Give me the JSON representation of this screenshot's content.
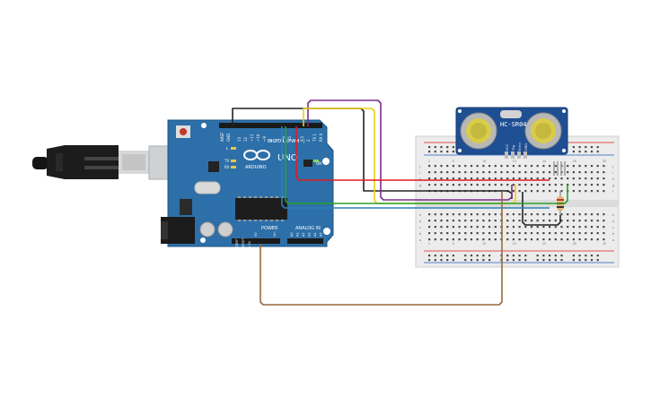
{
  "arduino": {
    "brand": "ARDUINO",
    "model": "UNO",
    "digital_label": "DIGITAL (PWM~)",
    "analog_label": "ANALOG IN",
    "power_label": "POWER",
    "on_label": "ON",
    "tx_label": "TX",
    "rx_label": "RX",
    "l_label": "L",
    "aref_label": "AREF",
    "gnd_label": "GND",
    "ioref_label": "IOREF",
    "reset_label": "RESET",
    "v33_label": "3.3V",
    "v5_label": "5V",
    "vin_label": "Vin",
    "digital_pins": [
      "13",
      "12",
      "~11",
      "~10",
      "~9",
      "8",
      "7",
      "~6",
      "~5",
      "4",
      "~3",
      "2",
      "TX 1",
      "RX 0"
    ],
    "analog_pins": [
      "A0",
      "A1",
      "A2",
      "A3",
      "A4",
      "A5"
    ]
  },
  "sensor": {
    "name": "HC-SR04",
    "pins": [
      "VCC",
      "Trig",
      "Echo",
      "GND"
    ]
  },
  "breadboard": {
    "left_letters": [
      "j",
      "i",
      "h",
      "g",
      "f"
    ],
    "right_letters": [
      "e",
      "d",
      "c",
      "b",
      "a"
    ],
    "column_numbers": [
      "1",
      "5",
      "10",
      "15",
      "20",
      "25",
      "30"
    ]
  },
  "colors": {
    "board": "#2d6fa8",
    "wire_black": "#222222",
    "wire_purple": "#7b2d8e",
    "wire_yellow": "#e9cf13",
    "wire_red": "#e11b22",
    "wire_green": "#2aa12a",
    "wire_blue": "#2c7fb8",
    "wire_brown": "#9a6a3c"
  }
}
